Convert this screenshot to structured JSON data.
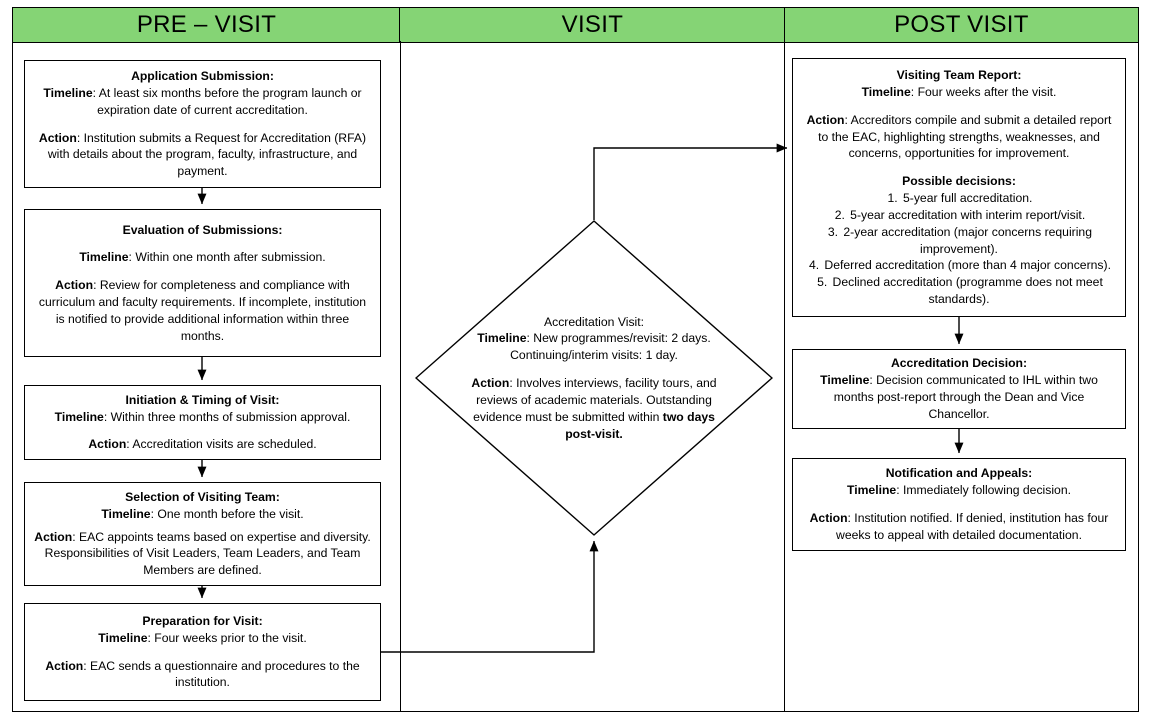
{
  "headers": {
    "pre": "PRE – VISIT",
    "visit": "VISIT",
    "post": "POST VISIT"
  },
  "colors": {
    "header_green": "#85D475",
    "border": "#000000",
    "background": "#FFFFFF"
  },
  "nodes": {
    "application": {
      "title": "Application Submission:",
      "timeline_label": "Timeline",
      "timeline_text": ": At least six months before the program launch or expiration date of current accreditation.",
      "action_label": "Action",
      "action_text": ": Institution submits a Request for Accreditation (RFA) with details about the program, faculty, infrastructure, and payment."
    },
    "evaluation": {
      "title": "Evaluation of Submissions:",
      "timeline_label": "Timeline",
      "timeline_text": ": Within one month after submission.",
      "action_label": "Action",
      "action_text": ": Review for completeness and compliance with curriculum and faculty requirements. If incomplete, institution is notified to provide additional information within three months."
    },
    "initiation": {
      "title": "Initiation & Timing of Visit:",
      "timeline_label": "Timeline",
      "timeline_text": ": Within three months of submission approval.",
      "action_label": "Action",
      "action_text": ": Accreditation visits are scheduled."
    },
    "selection": {
      "title": "Selection of Visiting Team:",
      "timeline_label": "Timeline",
      "timeline_text": ": One month before the visit.",
      "action_label": "Action",
      "action_text": ": EAC appoints teams based on expertise and diversity. Responsibilities of Visit Leaders, Team Leaders, and Team Members are defined."
    },
    "preparation": {
      "title": "Preparation for Visit:",
      "timeline_label": "Timeline",
      "timeline_text": ": Four weeks prior to the visit.",
      "action_label": "Action",
      "action_text": ": EAC sends a questionnaire and procedures to the institution."
    },
    "accreditation_visit": {
      "title": "Accreditation Visit:",
      "timeline_label": "Timeline",
      "timeline_text": ": New programmes/revisit: 2 days.",
      "timeline_text2": "Continuing/interim visits: 1 day.",
      "action_label": "Action",
      "action_text": ": Involves interviews, facility tours, and reviews of academic materials. Outstanding evidence must be submitted within ",
      "action_bold_tail": "two days post-visit."
    },
    "visiting_team_report": {
      "title": "Visiting Team Report:",
      "timeline_label": "Timeline",
      "timeline_text": ": Four weeks after the visit.",
      "action_label": "Action",
      "action_text": ": Accreditors compile and submit a detailed report to the EAC, highlighting strengths, weaknesses, and concerns, opportunities for improvement.",
      "decisions_title": "Possible decisions:",
      "decisions": [
        {
          "num": "1.",
          "text": "5-year full accreditation."
        },
        {
          "num": "2.",
          "text": "5-year accreditation with interim report/visit."
        },
        {
          "num": "3.",
          "text": "2-year accreditation (major concerns requiring improvement)."
        },
        {
          "num": "4.",
          "text": "Deferred accreditation (more than 4 major concerns)."
        },
        {
          "num": "5.",
          "text": "Declined accreditation (programme does not meet standards)."
        }
      ]
    },
    "accreditation_decision": {
      "title": "Accreditation Decision:",
      "timeline_label": "Timeline",
      "timeline_text": ": Decision communicated to IHL within two months post-report through the Dean and Vice Chancellor."
    },
    "notification": {
      "title": "Notification and Appeals:",
      "timeline_label": "Timeline",
      "timeline_text": ": Immediately following decision.",
      "action_label": "Action",
      "action_text": ": Institution notified. If denied, institution has four weeks to appeal with detailed documentation."
    }
  },
  "flow": {
    "edges": [
      {
        "from": "application",
        "to": "evaluation",
        "kind": "vertical-arrow"
      },
      {
        "from": "evaluation",
        "to": "initiation",
        "kind": "vertical-arrow"
      },
      {
        "from": "initiation",
        "to": "selection",
        "kind": "vertical-arrow"
      },
      {
        "from": "selection",
        "to": "preparation",
        "kind": "vertical-arrow"
      },
      {
        "from": "preparation",
        "to": "accreditation_visit",
        "kind": "elbow-up-arrow"
      },
      {
        "from": "accreditation_visit",
        "to": "visiting_team_report",
        "kind": "elbow-right-arrow"
      },
      {
        "from": "visiting_team_report",
        "to": "accreditation_decision",
        "kind": "vertical-arrow"
      },
      {
        "from": "accreditation_decision",
        "to": "notification",
        "kind": "vertical-arrow"
      }
    ]
  }
}
